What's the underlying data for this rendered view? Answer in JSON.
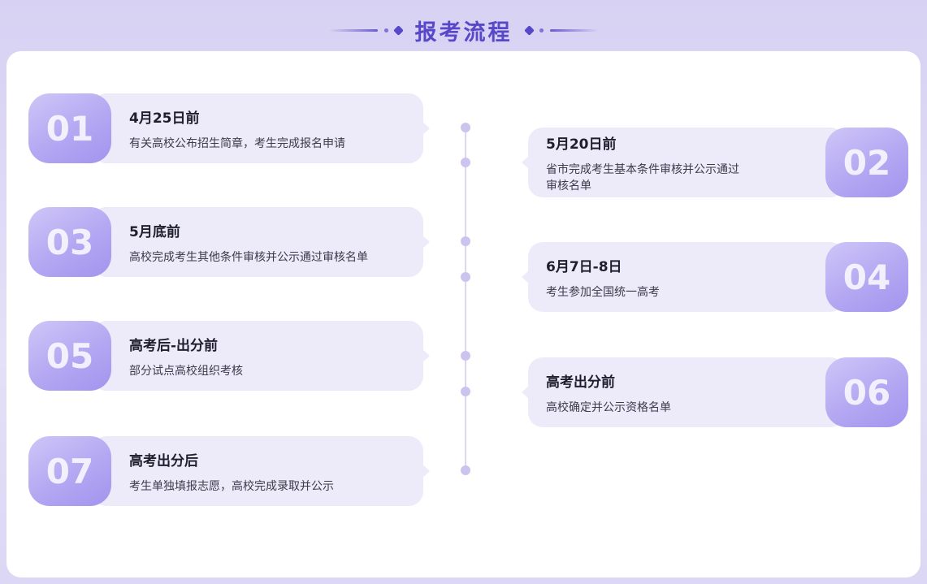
{
  "header": {
    "title": "报考流程"
  },
  "steps": [
    {
      "number": "01",
      "side": "left",
      "title": "4月25日前",
      "desc": "有关高校公布招生简章，考生完成报名申请"
    },
    {
      "number": "02",
      "side": "right",
      "title": "5月20日前",
      "desc": "省市完成考生基本条件审核并公示通过审核名单"
    },
    {
      "number": "03",
      "side": "left",
      "title": "5月底前",
      "desc": "高校完成考生其他条件审核并公示通过审核名单"
    },
    {
      "number": "04",
      "side": "right",
      "title": "6月7日-8日",
      "desc": "考生参加全国统一高考"
    },
    {
      "number": "05",
      "side": "left",
      "title": "高考后-出分前",
      "desc": "部分试点高校组织考核"
    },
    {
      "number": "06",
      "side": "right",
      "title": "高考出分前",
      "desc": "高校确定并公示资格名单"
    },
    {
      "number": "07",
      "side": "left",
      "title": "高考出分后",
      "desc": "考生单独填报志愿，高校完成录取并公示"
    }
  ],
  "colors": {
    "accent": "#5648c8",
    "badge_gradient_start": "#cfc6f8",
    "badge_gradient_end": "#a294ee",
    "card_background": "#edeafa",
    "timeline": "#ddd7f4",
    "page_background": "#d7d1f3",
    "panel_background": "#ffffff"
  }
}
